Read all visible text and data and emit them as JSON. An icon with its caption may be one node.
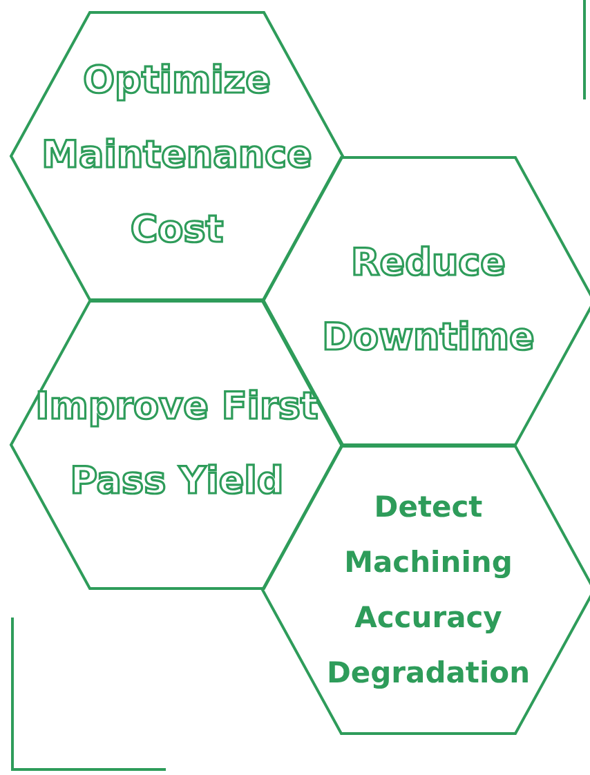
{
  "diagram": {
    "nodes": [
      {
        "text": [
          "Optimize Maintenance Cost"
        ]
      },
      {
        "text": [
          "Reduce Downtime"
        ]
      },
      {
        "text": [
          "Improve First Pass Yield"
        ]
      },
      {
        "text": [
          "Detect Machining Accuracy Degradation"
        ]
      }
    ]
  }
}
